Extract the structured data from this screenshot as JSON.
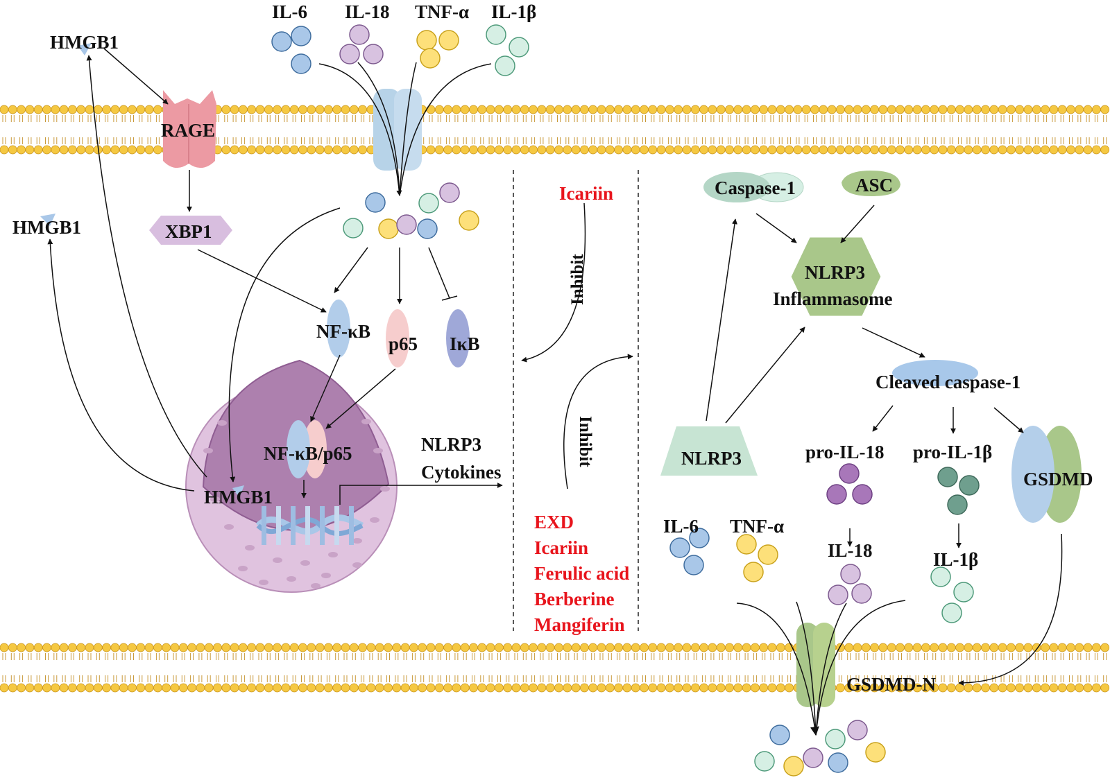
{
  "colors": {
    "membrane_head": "#f5c842",
    "membrane_head_stroke": "#c9951c",
    "membrane_tail": "#c99a3a",
    "blue": "#a9c7e8",
    "blue_stroke": "#3f6d9e",
    "purple": "#d8c2e0",
    "purple_stroke": "#7d5a8f",
    "yellow": "#fde07a",
    "yellow_stroke": "#c9a21c",
    "mint": "#d6efe4",
    "mint_stroke": "#4e9a7a",
    "dark_purple": "#a877b9",
    "dark_purple_stroke": "#6e4183",
    "dark_teal": "#6f9f8e",
    "dark_teal_stroke": "#3f6a5b",
    "rage": "#ec9aa3",
    "xbp1": "#d8bedf",
    "nfkb": "#b2cdea",
    "p65": "#f6cdcd",
    "ikb": "#9fa8d8",
    "nucleus_outer": "#e0c3df",
    "nucleus_inner": "#ad80ae",
    "caspase1": "#b4d6c6",
    "asc": "#a9c78a",
    "inflammasome": "#a9c78a",
    "cleaved_caspase1": "#a8c8ea",
    "nlrp3": "#c7e4d3",
    "gsdmd_blue": "#b4cfea",
    "gsdmd_green": "#a9c78a",
    "channel_blue": "#b7d3e8",
    "pore_green": "#a9c78a",
    "red_text": "#e8141c"
  },
  "labels": {
    "hmgb1_top": "HMGB1",
    "hmgb1_left": "HMGB1",
    "hmgb1_nucleus": "HMGB1",
    "il6_top": "IL-6",
    "il18_top": "IL-18",
    "tnfa_top": "TNF-α",
    "il1b_top": "IL-1β",
    "rage": "RAGE",
    "xbp1": "XBP1",
    "nfkb": "NF-κB",
    "p65": "p65",
    "ikb": "IκB",
    "nfkb_p65": "NF-κB/p65",
    "nlrp3_cytokines_1": "NLRP3",
    "nlrp3_cytokines_2": "Cytokines",
    "icariin_top": "Icariin",
    "inhibit_top": "Inhibit",
    "inhibit_bottom": "Inhibit",
    "caspase1": "Caspase-1",
    "asc": "ASC",
    "inflammasome_1": "NLRP3",
    "inflammasome_2": "Inflammasome",
    "cleaved_caspase1": "Cleaved caspase-1",
    "pro_il18": "pro-IL-18",
    "pro_il1b": "pro-IL-1β",
    "nlrp3": "NLRP3",
    "gsdmd": "GSDMD",
    "il6_right": "IL-6",
    "tnfa_right": "TNF-α",
    "il18_right": "IL-18",
    "il1b_right": "IL-1β",
    "gsdmd_n": "GSDMD-N"
  },
  "drugs": [
    "EXD",
    "Icariin",
    "Ferulic acid",
    "Berberine",
    "Mangiferin"
  ]
}
